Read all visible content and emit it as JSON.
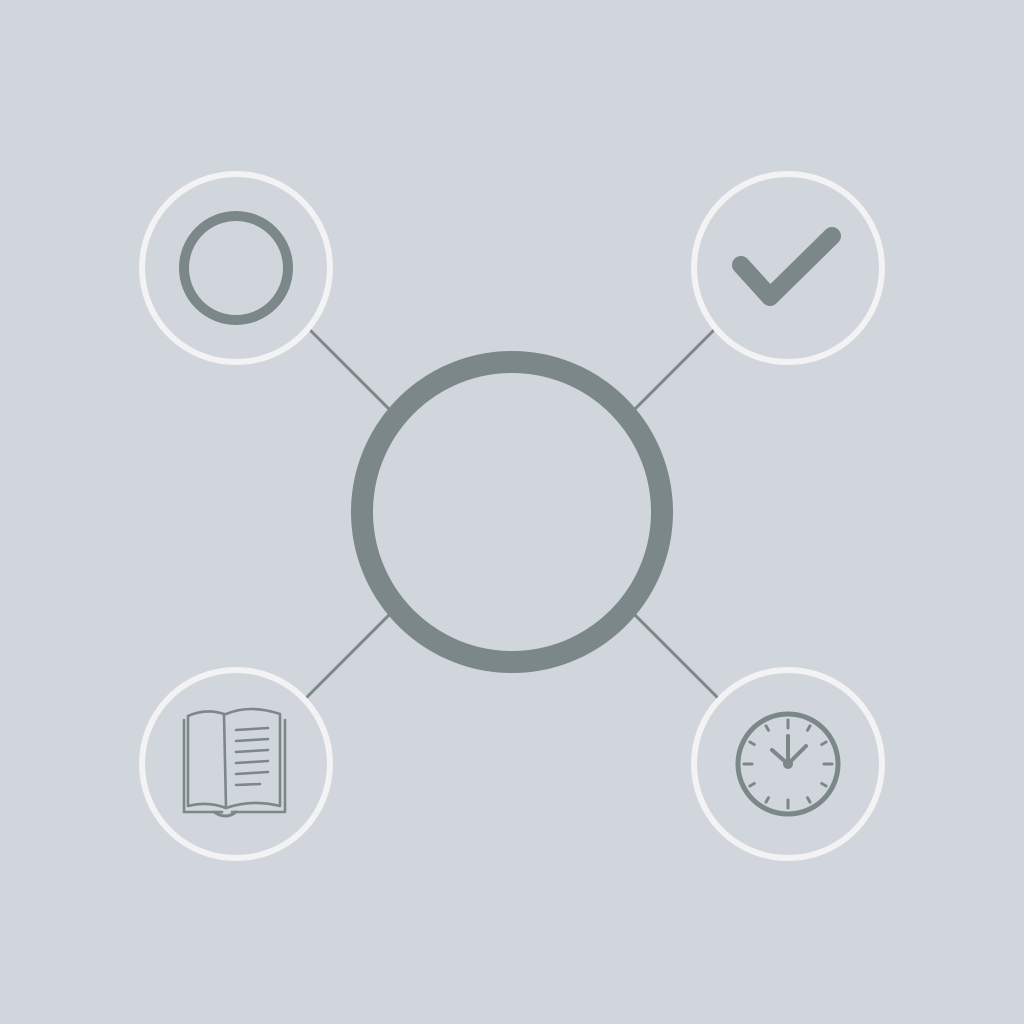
{
  "colors": {
    "background": "#d0d6dc",
    "hub_ring": "#7b8789",
    "connector": "#7b8789",
    "node_ring": "#f2f3f2",
    "icon": "#7b8789"
  },
  "hub": {
    "icon": "empty-circle"
  },
  "nodes": [
    {
      "key": "top-left",
      "icon": "circle-icon"
    },
    {
      "key": "top-right",
      "icon": "checkmark-icon"
    },
    {
      "key": "bottom-left",
      "icon": "open-book-icon"
    },
    {
      "key": "bottom-right",
      "icon": "clock-icon"
    }
  ]
}
